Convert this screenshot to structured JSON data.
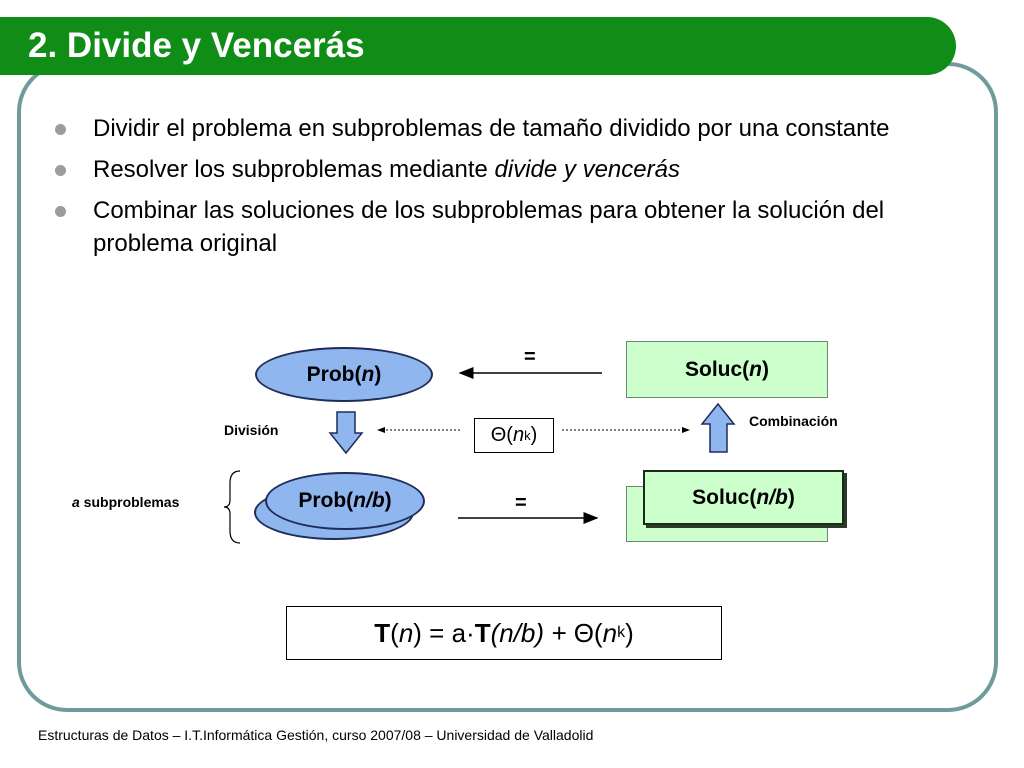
{
  "slide": {
    "title": "2. Divide y Vencerás",
    "bullets": [
      {
        "text": "Dividir el problema en subproblemas de tamaño dividido por una constante"
      },
      {
        "text": "Resolver los subproblemas mediante ",
        "italic": "divide y vencerás"
      },
      {
        "text": "Combinar las soluciones de los subproblemas para obtener la solución del problema original"
      }
    ],
    "footer": "Estructuras de Datos – I.T.Informática Gestión, curso 2007/08 – Universidad de Valladolid"
  },
  "diagram": {
    "prob_top": {
      "prefix": "Prob(",
      "var": "n",
      "suffix": ")"
    },
    "prob_bottom": {
      "prefix": "Prob(",
      "var": "n/b",
      "suffix": ")"
    },
    "soluc_top": {
      "prefix": "Soluc(",
      "var": "n",
      "suffix": ")"
    },
    "soluc_bottom": {
      "prefix": "Soluc(",
      "var": "n/b",
      "suffix": ")"
    },
    "eq_top": "=",
    "eq_bottom": "=",
    "division_label": "División",
    "combination_label": "Combinación",
    "subproblems_var": "a",
    "subproblems_label": " subproblemas",
    "theta": {
      "symbol": "Θ",
      "open": "(",
      "var": "n",
      "exp": "k",
      "close": ")"
    }
  },
  "formula": {
    "T1": "T",
    "part1": "(",
    "n": "n",
    "part2": ") = a",
    "dot": "·",
    "T2": "T",
    "part3": "(n/b) + ",
    "theta": "Θ",
    "part4": "(",
    "n2": "n",
    "exp": "k",
    "part5": ")"
  },
  "colors": {
    "title_bar": "#0f8d17",
    "frame": "#6f9b9d",
    "ellipse": "#8fb6ef",
    "box": "#ccffcc"
  }
}
